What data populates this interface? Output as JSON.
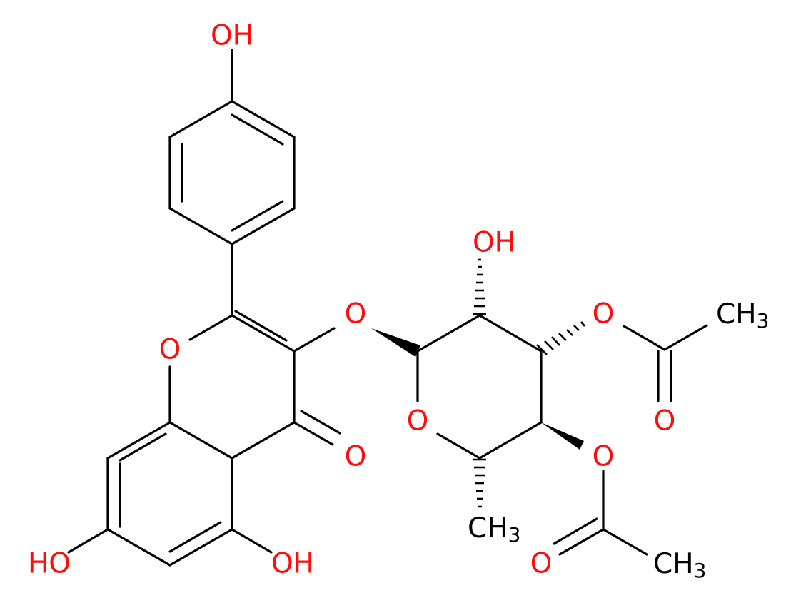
{
  "colors": {
    "bond": "#000000",
    "oxygen": "#ff0d0d",
    "carbon_label": "#000000",
    "background": "#ffffff"
  },
  "labels": {
    "oh_top": "OH",
    "o_ring_chromone": "O",
    "o_glycoside": "O",
    "o_carbonyl": "O",
    "oh_c7": "HO",
    "oh_c5": "OH",
    "oh_sugar": "OH",
    "o_ring_sugar": "O",
    "o_acetyl_1": "O",
    "o_acetyl_1_carbonyl": "O",
    "ch3_acetyl_1": "CH",
    "ch3_acetyl_1_sub": "3",
    "o_acetyl_2": "O",
    "o_acetyl_2_carbonyl": "O",
    "ch3_acetyl_2": "CH",
    "ch3_acetyl_2_sub": "3",
    "ch3_methyl": "CH",
    "ch3_methyl_sub": "3"
  }
}
